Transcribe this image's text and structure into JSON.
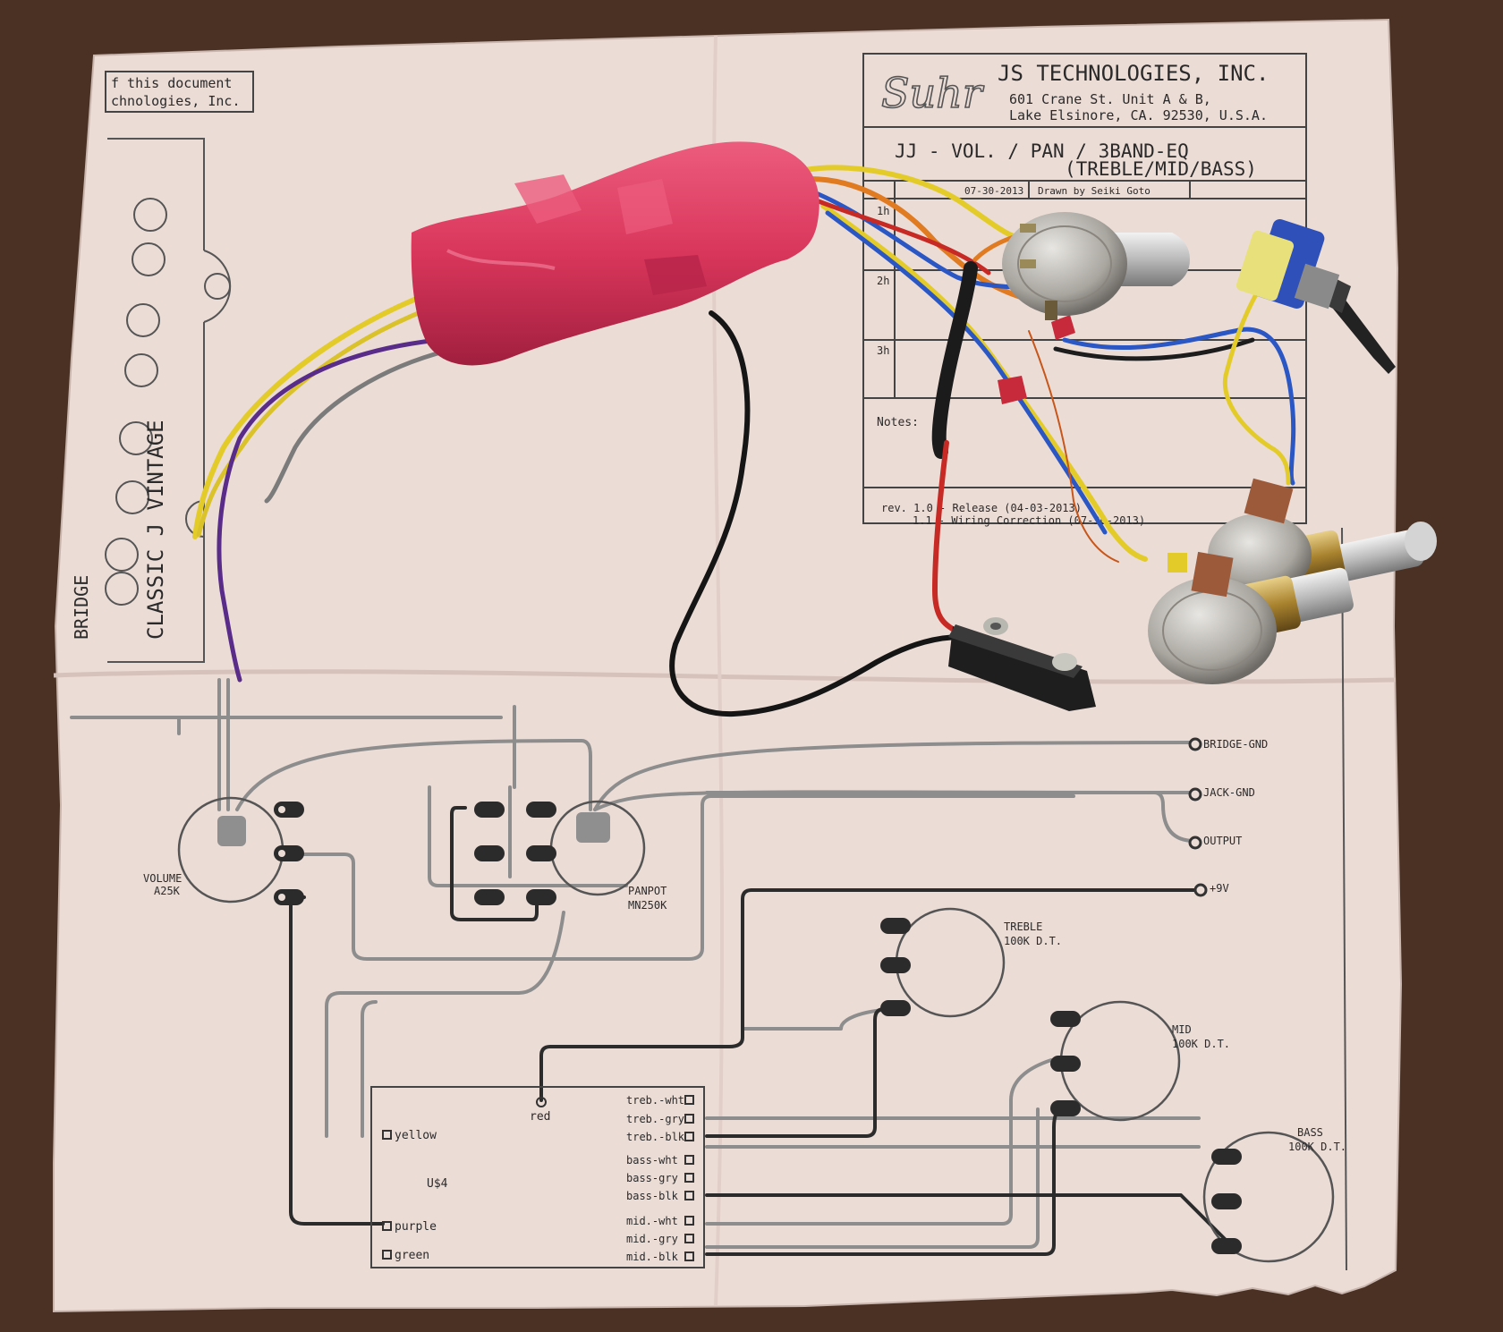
{
  "tb": {
    "notice_line1": "f this document",
    "notice_line2": "chnologies, Inc.",
    "company": "JS TECHNOLOGIES, INC.",
    "address1": "601 Crane St. Unit A & B,",
    "address2": "Lake Elsinore, CA. 92530, U.S.A.",
    "title_line1": "JJ - VOL. / PAN / 3BAND-EQ",
    "title_line2": "(TREBLE/MID/BASS)",
    "date": "07-30-2013",
    "drawn": "Drawn by Seiki Goto",
    "row1": "1h",
    "row2": "2h",
    "row3": "3h",
    "notes": "Notes:",
    "rev1": "rev. 1.0 - Release (04-03-2013)",
    "rev2": "1.1 - Wiring Correction (07-30-2013)"
  },
  "pickup": {
    "name": "CLASSIC J VINTAGE",
    "position": "BRIDGE"
  },
  "components": {
    "volume_name": "VOLUME",
    "volume_value": "A25K",
    "panpot_name": "PANPOT",
    "panpot_value": "MN250K",
    "treble_name": "TREBLE",
    "treble_value": "100K D.T.",
    "mid_name": "MID",
    "mid_value": "100K D.T.",
    "bass_name": "BASS",
    "bass_value": "100K D.T."
  },
  "outputs": {
    "bridge_gnd": "BRIDGE-GND",
    "jack_gnd": "JACK-GND",
    "output": "OUTPUT",
    "plus9v": "+9V"
  },
  "module": {
    "name": "U$4",
    "red": "red",
    "yellow": "yellow",
    "purple": "purple",
    "green": "green",
    "treb_wht": "treb.-wht",
    "treb_gry": "treb.-gry",
    "treb_blk": "treb.-blk",
    "bass_wht": "bass-wht",
    "bass_gry": "bass-gry",
    "bass_blk": "bass-blk",
    "mid_wht": "mid.-wht",
    "mid_gry": "mid.-gry",
    "mid_blk": "mid.-blk"
  },
  "colors": {
    "table": "#4a3124",
    "paper": "#ecdcd6",
    "tape": "#d9365b",
    "yellow_wire": "#e3cc2a",
    "blue_wire": "#2b57c4",
    "red_wire": "#c72a24",
    "orange_wire": "#e07b22",
    "purple_wire": "#5a2c8a",
    "gray_wire": "#7b7b7b",
    "black_wire": "#151515"
  }
}
